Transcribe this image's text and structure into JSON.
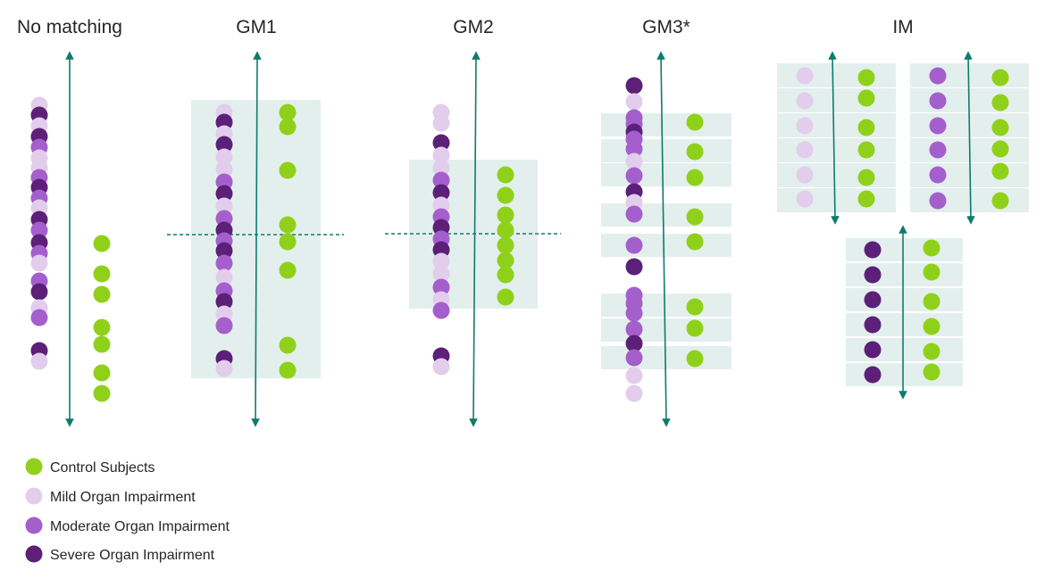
{
  "colors": {
    "control": "#8fd11a",
    "mild": "#e2cdec",
    "moderate": "#a55fcc",
    "severe": "#5c2078",
    "band": "#e3efec",
    "axis": "#0e7b6e"
  },
  "panels": [
    {
      "id": "no-matching",
      "title": "No matching"
    },
    {
      "id": "gm1",
      "title": "GM1"
    },
    {
      "id": "gm2",
      "title": "GM2"
    },
    {
      "id": "gm3",
      "title": "GM3*"
    },
    {
      "id": "im",
      "title": "IM"
    }
  ],
  "legend": [
    {
      "key": "control",
      "label": "Control Subjects"
    },
    {
      "key": "mild",
      "label": "Mild Organ Impairment"
    },
    {
      "key": "moderate",
      "label": "Moderate Organ Impairment"
    },
    {
      "key": "severe",
      "label": "Severe Organ Impairment"
    }
  ]
}
